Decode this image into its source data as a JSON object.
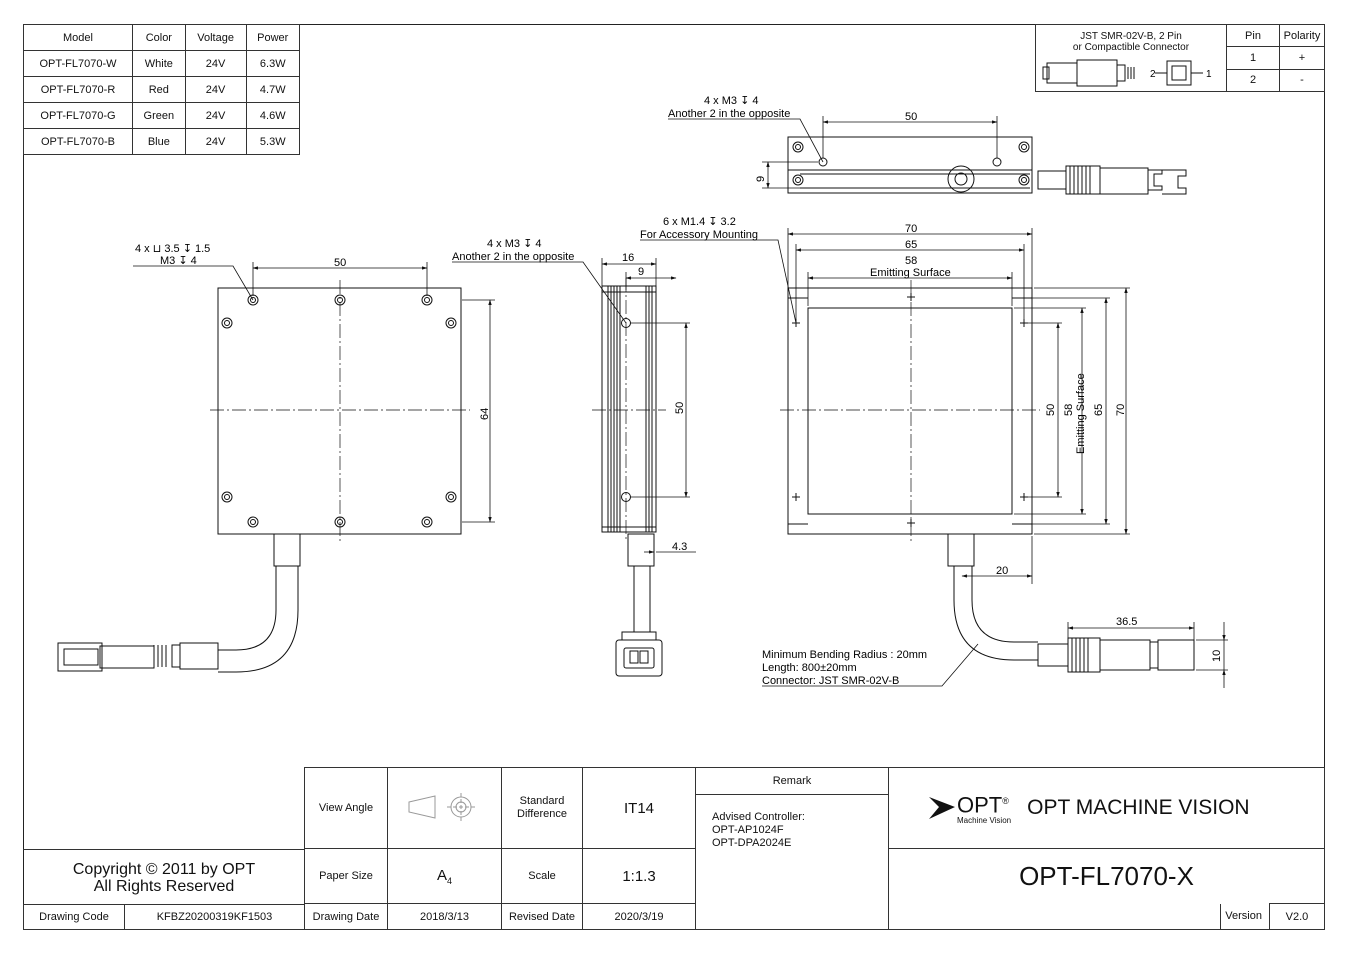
{
  "spec_table": {
    "headers": [
      "Model",
      "Color",
      "Voltage",
      "Power"
    ],
    "rows": [
      [
        "OPT-FL7070-W",
        "White",
        "24V",
        "6.3W"
      ],
      [
        "OPT-FL7070-R",
        "Red",
        "24V",
        "4.7W"
      ],
      [
        "OPT-FL7070-G",
        "Green",
        "24V",
        "4.6W"
      ],
      [
        "OPT-FL7070-B",
        "Blue",
        "24V",
        "5.3W"
      ]
    ]
  },
  "connector_table": {
    "title_line1": "JST SMR-02V-B, 2 Pin",
    "title_line2": "or Compactible Connector",
    "pin_header": "Pin",
    "polarity_header": "Polarity",
    "pin1": "1",
    "pin1_polarity": "+",
    "pin2": "2",
    "pin2_polarity": "-",
    "label_2": "2",
    "label_1": "1"
  },
  "annotations": {
    "left_holes_line1": "4 x ⊔ 3.5 ↧ 1.5",
    "left_holes_line2": "M3 ↧ 4",
    "mid_holes_line1": "4 x M3 ↧ 4",
    "mid_holes_line2": "Another 2 in the opposite",
    "top_holes_line1": "4 x M3 ↧ 4",
    "top_holes_line2": "Another 2 in the opposite",
    "acc_line1": "6 x M1.4 ↧ 3.2",
    "acc_line2": "For Accessory Mounting",
    "emitting_surface": "Emitting Surface",
    "emitting_surface_v": "Emitting Surface",
    "bend_radius": "Minimum Bending Radius : 20mm",
    "length": "Length: 800±20mm",
    "connector": "Connector: JST SMR-02V-B"
  },
  "dimensions": {
    "left_width": "50",
    "left_height": "64",
    "side_16": "16",
    "side_9": "9",
    "side_50": "50",
    "side_43": "4.3",
    "top_50": "50",
    "top_9": "9",
    "front_70": "70",
    "front_65": "65",
    "front_58": "58",
    "front_v50": "50",
    "front_v58": "58",
    "front_v65": "65",
    "front_v70": "70",
    "front_20": "20",
    "conn_365": "36.5",
    "conn_10": "10"
  },
  "title_block": {
    "view_angle_label": "View Angle",
    "standard_difference_label": "Standard Difference",
    "standard_difference_value": "IT14",
    "paper_size_label": "Paper Size",
    "paper_size_value": "A",
    "paper_size_sub": "4",
    "scale_label": "Scale",
    "scale_value": "1:1.3",
    "drawing_date_label": "Drawing Date",
    "drawing_date_value": "2018/3/13",
    "revised_date_label": "Revised Date",
    "revised_date_value": "2020/3/19",
    "remark_label": "Remark",
    "remark_line1": "Advised Controller:",
    "remark_line2": "OPT-AP1024F",
    "remark_line3": "OPT-DPA2024E",
    "company_logo": "OPT",
    "logo_registered": "®",
    "logo_sub": "Machine Vision",
    "company_name": "OPT MACHINE VISION",
    "model": "OPT-FL7070-X",
    "version_label": "Version",
    "version_value": "V2.0",
    "copyright_line1": "Copyright © 2011 by OPT",
    "copyright_line2": "All Rights Reserved",
    "drawing_code_label": "Drawing Code",
    "drawing_code_value": "KFBZ20200319KF1503"
  }
}
